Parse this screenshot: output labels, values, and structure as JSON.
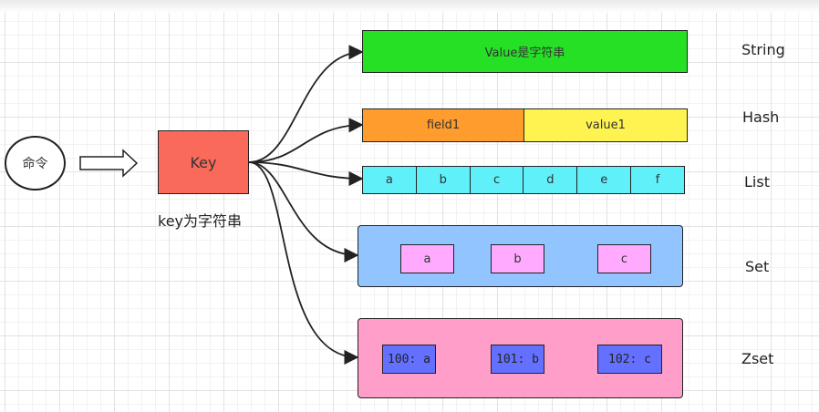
{
  "command": {
    "label": "命令"
  },
  "key": {
    "label": "Key",
    "caption": "key为字符串"
  },
  "types": {
    "string": {
      "name": "String",
      "value": "Value是字符串",
      "color": "#26e026"
    },
    "hash": {
      "name": "Hash",
      "field": "field1",
      "value": "value1",
      "field_color": "#ff9c2e",
      "value_color": "#fff352"
    },
    "list": {
      "name": "List",
      "items": [
        "a",
        "b",
        "c",
        "d",
        "e",
        "f"
      ],
      "color": "#5ff0fa"
    },
    "set": {
      "name": "Set",
      "items": [
        "a",
        "b",
        "c"
      ],
      "container_color": "#92c5ff",
      "item_color": "#ffaaff"
    },
    "zset": {
      "name": "Zset",
      "items": [
        "100: a",
        "101: b",
        "102: c"
      ],
      "container_color": "#ff9fc9",
      "item_color": "#6470ff"
    }
  }
}
